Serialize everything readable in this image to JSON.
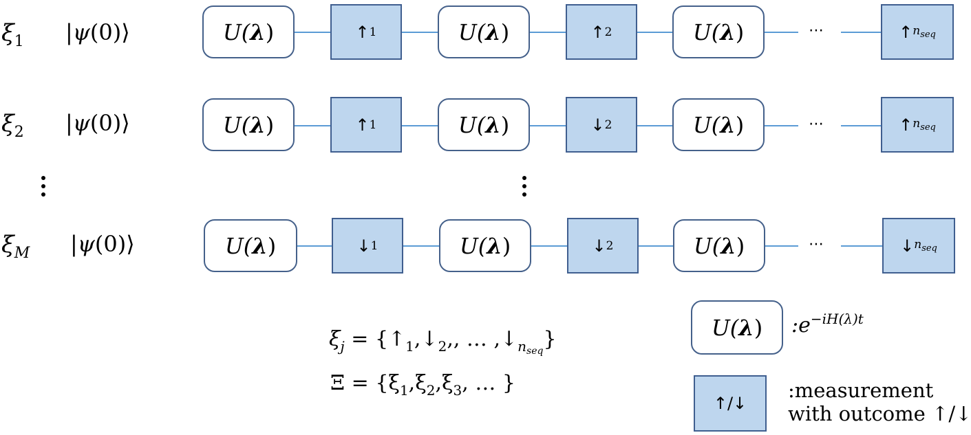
{
  "rows": [
    {
      "label_base": "ξ",
      "label_sub": "1",
      "state_prefix": "|ψ",
      "state_suffix": "(0)⟩",
      "gate_label": "U(",
      "lambda": "λ",
      "gate_close": ")",
      "measurements": [
        {
          "arrow": "↑",
          "sub": "1"
        },
        {
          "arrow": "↑",
          "sub": "2"
        },
        {
          "arrow": "↑",
          "sub": "n",
          "sub2": "seq"
        }
      ],
      "ellipsis": "⋯"
    },
    {
      "label_base": "ξ",
      "label_sub": "2",
      "state_prefix": "|ψ",
      "state_suffix": "(0)⟩",
      "gate_label": "U(",
      "lambda": "λ",
      "gate_close": ")",
      "measurements": [
        {
          "arrow": "↑",
          "sub": "1"
        },
        {
          "arrow": "↓",
          "sub": "2"
        },
        {
          "arrow": "↑",
          "sub": "n",
          "sub2": "seq"
        }
      ],
      "ellipsis": "⋯"
    },
    {
      "label_base": "ξ",
      "label_sub": "M",
      "state_prefix": "|ψ",
      "state_suffix": "(0)⟩",
      "gate_label": "U(",
      "lambda": "λ",
      "gate_close": ")",
      "measurements": [
        {
          "arrow": "↓",
          "sub": "1"
        },
        {
          "arrow": "↓",
          "sub": "2"
        },
        {
          "arrow": "↓",
          "sub": "n",
          "sub2": "seq"
        }
      ],
      "ellipsis": "⋯"
    }
  ],
  "formulas": {
    "xi_j_lhs": "ξ",
    "xi_j_sub": "j",
    "xi_j_rhs_1": " = {↑",
    "xi_j_s1": "1",
    "xi_j_rhs_2": ",↓",
    "xi_j_s2": "2",
    "xi_j_rhs_3": ",, … ,↓",
    "xi_j_sn": "n",
    "xi_j_sn2": "seq",
    "xi_j_rhs_4": "}",
    "Xi_line": "Ξ = {ξ",
    "Xi_s1": "1",
    "Xi_mid1": ",ξ",
    "Xi_s2": "2",
    "Xi_mid2": ",ξ",
    "Xi_s3": "3",
    "Xi_end": ", … }"
  },
  "legend": {
    "gate_label": "U(",
    "gate_lambda": "λ",
    "gate_close": ")",
    "gate_desc_prefix": ":e",
    "gate_desc_exp": "−iH(λ)t",
    "meas_label": "↑/↓",
    "meas_desc_line1": ":measurement",
    "meas_desc_line2": "with outcome ↑/↓"
  },
  "colors": {
    "wire": "#5b9bd5",
    "measurement_fill": "#bed6ee",
    "box_border": "#44608a"
  }
}
